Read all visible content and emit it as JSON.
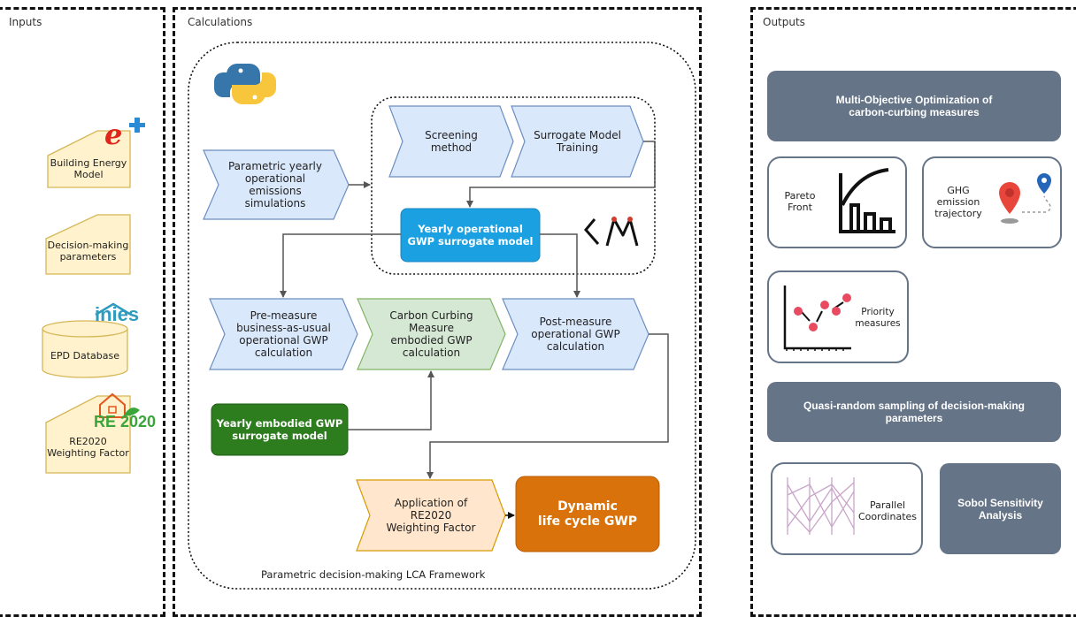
{
  "panels": {
    "inputs": "Inputs",
    "calculations": "Calculations",
    "outputs": "Outputs"
  },
  "inputs": {
    "building_energy_model": "Building Energy\nModel",
    "decision_params": "Decision-making\nparameters",
    "epd_database": "EPD Database",
    "re2020_factor": "RE2020\nWeighting Factor"
  },
  "logos": {
    "inies": "inies",
    "re2020": "RE 2020",
    "smt": "SMT"
  },
  "calc": {
    "parametric_sim": "Parametric yearly\noperational\nemissions\nsimulations",
    "screening": "Screening\nmethod",
    "surrogate_training": "Surrogate Model\nTraining",
    "yearly_op_surrogate": "Yearly operational\nGWP surrogate model",
    "pre_measure": "Pre-measure\nbusiness-as-usual\noperational GWP\ncalculation",
    "carbon_curbing": "Carbon Curbing\nMeasure\nembodied GWP\ncalculation",
    "post_measure": "Post-measure\noperational GWP\ncalculation",
    "yearly_emb_surrogate": "Yearly embodied GWP\nsurrogate model",
    "re2020_application": "Application of\nRE2020\nWeighting Factor",
    "dynamic_lca": "Dynamic\nlife cycle GWP",
    "framework_label": "Parametric decision-making LCA Framework"
  },
  "outputs": {
    "moo": "Multi-Objective Optimization of\ncarbon-curbing measures",
    "pareto": "Pareto\nFront",
    "ghg": "GHG\nemission\ntrajectory",
    "priority": "Priority\nmeasures",
    "quasi_random": "Quasi-random sampling of decision-making\nparameters",
    "parallel": "Parallel\nCoordinates",
    "sobol": "Sobol Sensitivity\nAnalysis"
  },
  "colors": {
    "chevron_blue": "#dae8fc",
    "chevron_blue_border": "#6c8ebf",
    "chevron_green": "#d5e8d4",
    "chevron_green_border": "#82b366",
    "chevron_orange": "#ffe6cc",
    "chevron_orange_border": "#d79b00",
    "input_yellow": "#fff2cc",
    "input_yellow_border": "#d6b656",
    "surrogate_blue": "#1ba1e2",
    "surrogate_green": "#2d7d1f",
    "dynamic_orange": "#d9720a",
    "output_dark": "#657487"
  }
}
